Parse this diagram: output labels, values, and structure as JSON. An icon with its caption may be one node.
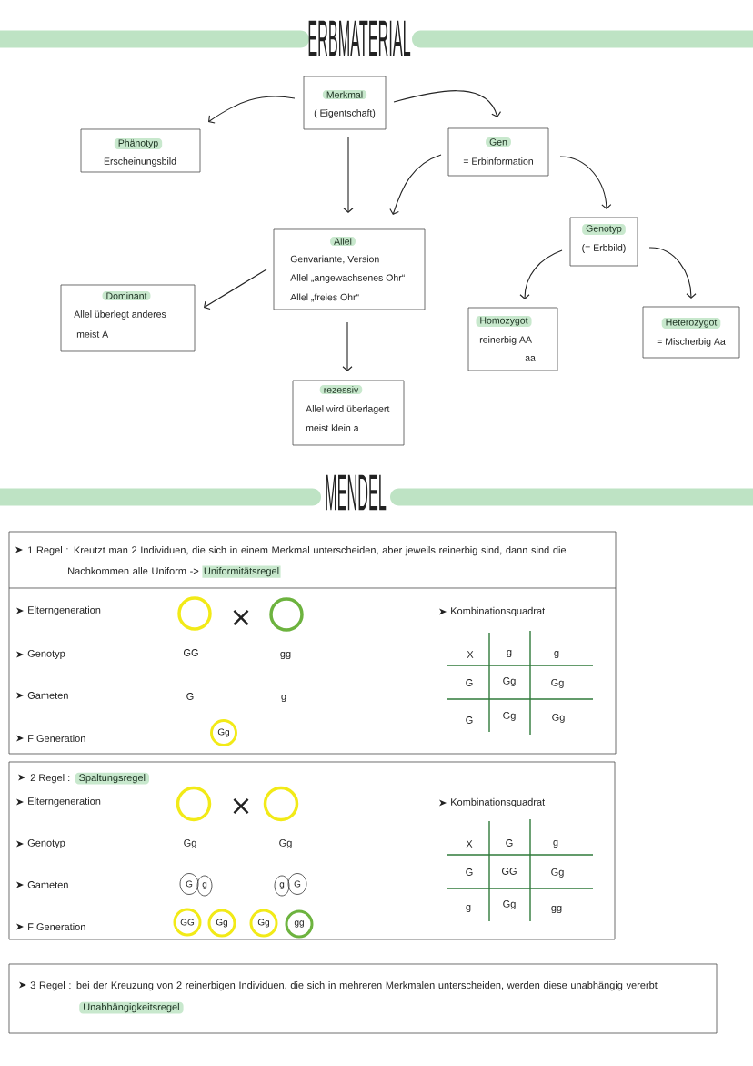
{
  "diagram": {
    "title": "ERBMATERIAL",
    "nodes": [
      {
        "text": [
          "Merkmal",
          "( Eigentschaft)"
        ]
      },
      {
        "text": [
          "Phänotyp",
          "Erscheinungsbild"
        ]
      },
      {
        "text": [
          "Gen",
          "= Erbinformation"
        ]
      },
      {
        "text": [
          "Allel",
          "Genvariante, Version",
          "Allel „angewachsenes Ohr“",
          "Allel „freies Ohr“"
        ]
      },
      {
        "text": [
          "Genotyp",
          "(= Erbbild)"
        ]
      },
      {
        "text": [
          "Dominant",
          "Allel überlegt anderes",
          "meist A"
        ]
      },
      {
        "text": [
          "Homozygot",
          "reinerbig AA",
          "aa"
        ]
      },
      {
        "text": [
          "Heterozygot",
          "= Mischerbig Aa"
        ]
      },
      {
        "text": [
          "rezessiv",
          "Allel wird überlagert",
          "meist klein a"
        ]
      },
      {
        "text": [
          "1 Regel : Kreutzt man 2 Individuen, die sich in einem Merkmal unterscheiden, aber jeweils reinerbig sind, dann sind die Nachkommen alle Uniform ->",
          "Uniformitätsregel"
        ]
      },
      {
        "text": [],
        "shape": "circle",
        "in": 9
      },
      {
        "text": [],
        "shape": "circle",
        "in": 9
      },
      {
        "text": [
          "Gg"
        ],
        "in": 9
      },
      {
        "text": [
          "2 Regel :",
          "Spaltungsregel"
        ]
      },
      {
        "text": [],
        "shape": "circle",
        "in": 13
      },
      {
        "text": [],
        "shape": "circle",
        "in": 13
      },
      {
        "text": [
          "G"
        ],
        "in": 13
      },
      {
        "text": [
          "g"
        ],
        "in": 13
      },
      {
        "text": [
          "g"
        ],
        "in": 13
      },
      {
        "text": [
          "G"
        ],
        "in": 13
      },
      {
        "text": [
          "GG"
        ],
        "in": 13
      },
      {
        "text": [
          "Gg"
        ],
        "in": 13
      },
      {
        "text": [
          "Gg"
        ],
        "in": 13
      },
      {
        "text": [
          "gg"
        ],
        "in": 13
      },
      {
        "text": [
          "3 Regel : bei der Kreuzung von 2 reinerbigen Individuen, die sich in mehreren Merkmalen unterscheiden, werden diese unabhängig vererbt",
          "Unabhängigkeitsregel"
        ]
      }
    ],
    "edges": [
      {
        "from": 0,
        "to": 1,
        "arrow": "to"
      },
      {
        "from": 0,
        "to": 2,
        "arrow": "to"
      },
      {
        "from": 0,
        "to": 3,
        "arrow": "to"
      },
      {
        "from": 2,
        "to": 3,
        "arrow": "to"
      },
      {
        "from": 2,
        "to": 4,
        "arrow": "to"
      },
      {
        "from": 4,
        "to": 6,
        "arrow": "to"
      },
      {
        "from": 4,
        "to": 7,
        "arrow": "to"
      },
      {
        "from": 3,
        "to": 5,
        "arrow": "to"
      },
      {
        "from": 3,
        "to": 8,
        "arrow": "to"
      }
    ],
    "labels": [
      "MENDEL",
      "Elterngeneration",
      "×",
      "Genotyp",
      "GG",
      "gg",
      "Gameten",
      "G",
      "g",
      "F Generation",
      "Kombinationsquadrat",
      "X",
      "g",
      "g",
      "G",
      "Gg",
      "Gg",
      "G",
      "Gg",
      "Gg",
      "Elterngeneration",
      "×",
      "Genotyp",
      "Gg",
      "Gg",
      "Gameten",
      "F Generation",
      "Kombinationsquadrat",
      "X",
      "G",
      "g",
      "G",
      "GG",
      "Gg",
      "g",
      "Gg",
      "gg"
    ]
  }
}
